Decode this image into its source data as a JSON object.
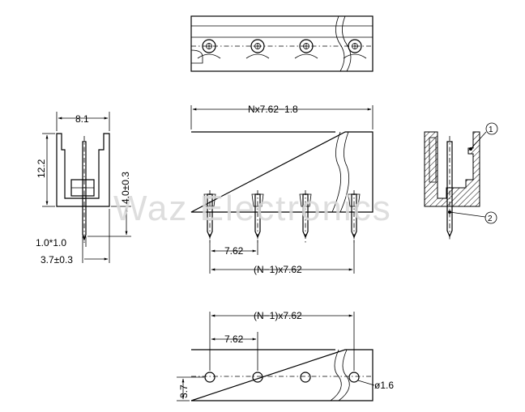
{
  "watermark": "Waz Electronics",
  "dimensions": {
    "side_width": "8.1",
    "side_height": "12.2",
    "pin_length": "4.0±0.3",
    "pin_section": "1.0*1.0",
    "pin_offset": "3.7±0.3",
    "total_length": "Nx7.62−1.8",
    "pitch_front": "7.62",
    "span_front": "(N−1)x7.62",
    "span_bottom": "(N−1)x7.62",
    "pitch_bottom": "7.62",
    "row_offset": "3.7",
    "hole_diameter": "ø1.6"
  },
  "callouts": [
    "1",
    "2"
  ]
}
